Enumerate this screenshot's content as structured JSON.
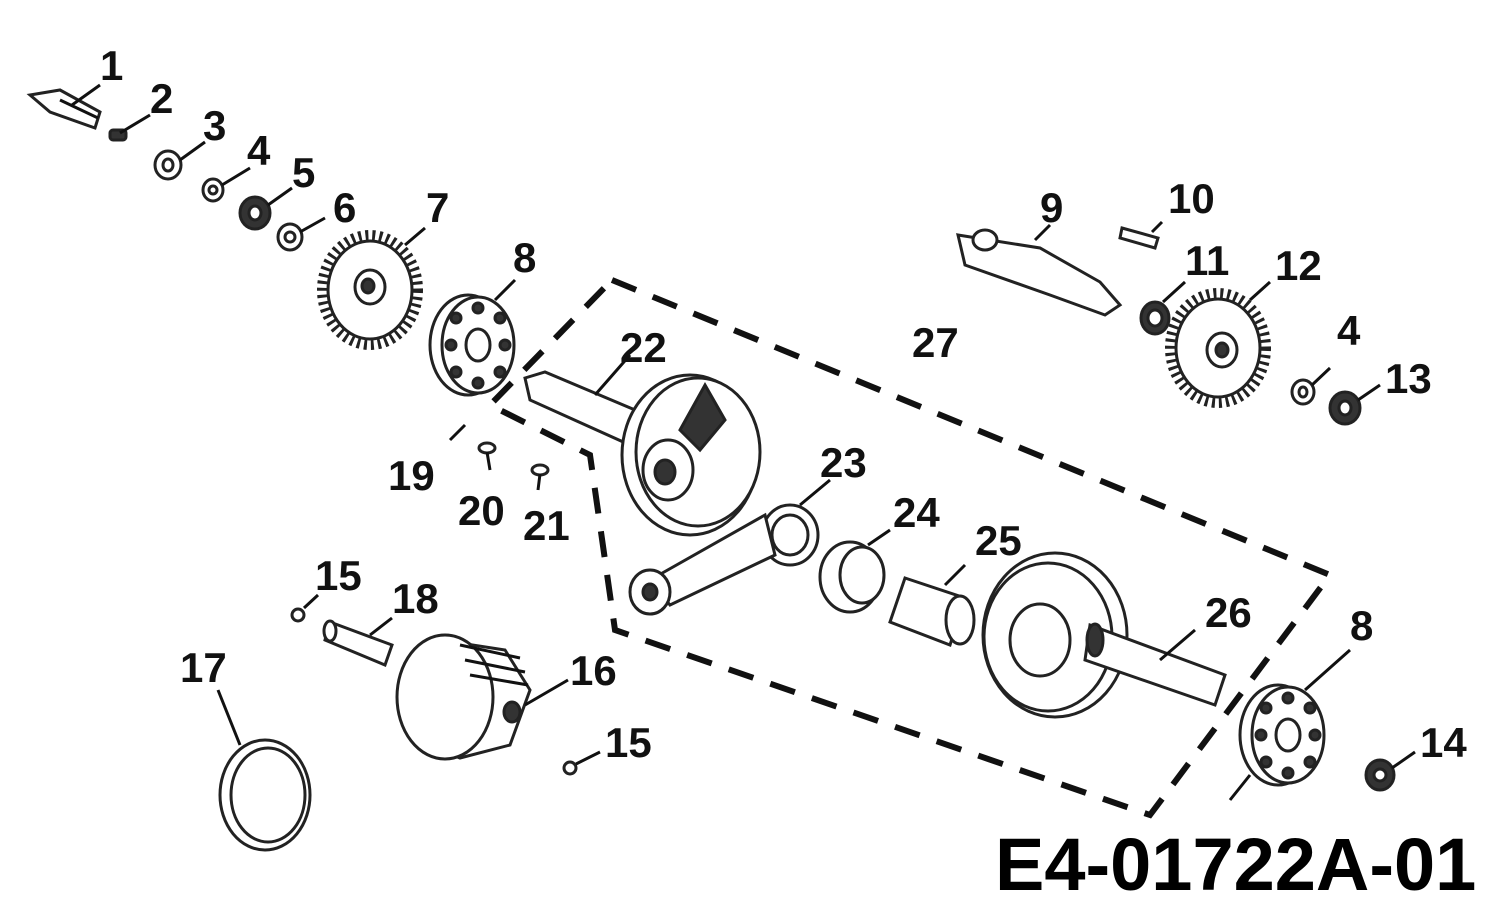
{
  "diagram": {
    "drawing_code": "E4-01722A-01",
    "callouts": {
      "c1": "1",
      "c2": "2",
      "c3": "3",
      "c4a": "4",
      "c5": "5",
      "c6": "6",
      "c7": "7",
      "c8a": "8",
      "c9": "9",
      "c10": "10",
      "c11": "11",
      "c12": "12",
      "c4b": "4",
      "c13": "13",
      "c22": "22",
      "c27": "27",
      "c23": "23",
      "c19": "19",
      "c20": "20",
      "c21": "21",
      "c24": "24",
      "c25": "25",
      "c15a": "15",
      "c18": "18",
      "c17": "17",
      "c16": "16",
      "c26": "26",
      "c8b": "8",
      "c15b": "15",
      "c14": "14"
    }
  }
}
